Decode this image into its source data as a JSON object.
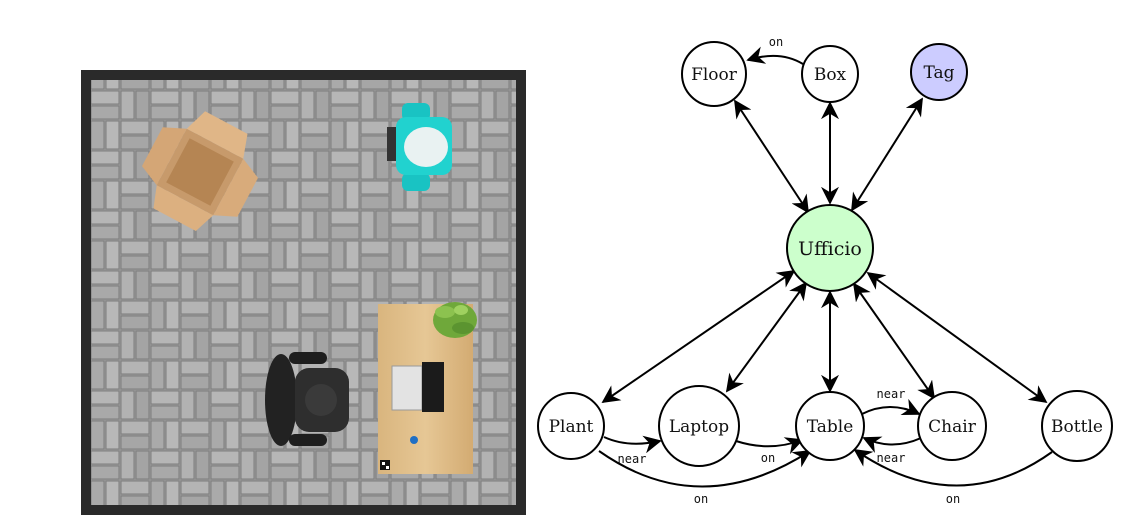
{
  "scene": {
    "objects": [
      "box",
      "robot",
      "plant",
      "desk",
      "laptop",
      "chair",
      "bottle",
      "tag"
    ]
  },
  "graph": {
    "nodes": {
      "floor": {
        "label": "Floor",
        "fill": "#ffffff"
      },
      "box": {
        "label": "Box",
        "fill": "#ffffff"
      },
      "tag": {
        "label": "Tag",
        "fill": "#ccccff"
      },
      "ufficio": {
        "label": "Ufficio",
        "fill": "#ccffcc"
      },
      "plant": {
        "label": "Plant",
        "fill": "#ffffff"
      },
      "laptop": {
        "label": "Laptop",
        "fill": "#ffffff"
      },
      "table": {
        "label": "Table",
        "fill": "#ffffff"
      },
      "chair": {
        "label": "Chair",
        "fill": "#ffffff"
      },
      "bottle": {
        "label": "Bottle",
        "fill": "#ffffff"
      }
    },
    "edge_labels": {
      "box_floor": "on",
      "table_chair": "near",
      "chair_table": "near",
      "plant_laptop": "near",
      "laptop_table": "on",
      "plant_table": "on",
      "bottle_table": "on"
    }
  }
}
